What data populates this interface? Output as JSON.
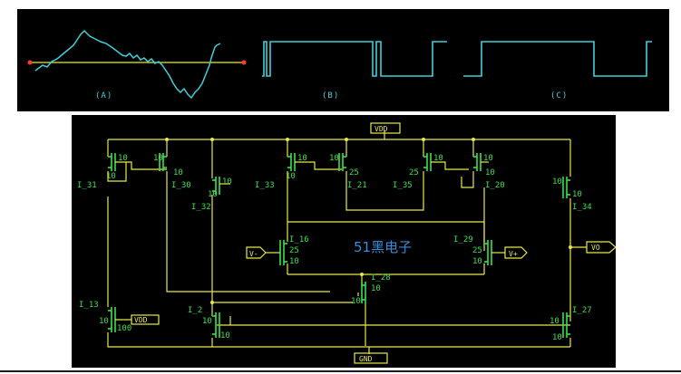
{
  "waveforms": {
    "a": {
      "caption": "(A)"
    },
    "b": {
      "caption": "(B)"
    },
    "c": {
      "caption": "(C)"
    }
  },
  "colors": {
    "wave": "#3fd0d8",
    "axis": "#e8e84a",
    "transistor": "#38e34a",
    "wire": "#e8e84a",
    "marker": "#ff3b2f"
  },
  "schematic": {
    "supply_label": "VDD",
    "ground_label": "GND",
    "input_neg_label": "V-",
    "input_pos_label": "V+",
    "output_label": "VO",
    "bias_label": "VDD",
    "watermark": "51黑电子",
    "transistors": [
      {
        "id": "I_31",
        "w": "10",
        "l": "10"
      },
      {
        "id": "I_30",
        "w": "10",
        "l": "10"
      },
      {
        "id": "I_32",
        "w": "10",
        "l": "10"
      },
      {
        "id": "I_33",
        "w": "10",
        "l": "10"
      },
      {
        "id": "I_21",
        "w": "25",
        "l": "10"
      },
      {
        "id": "I_35",
        "w": "25",
        "l": "10"
      },
      {
        "id": "I_20",
        "w": "10",
        "l": "10"
      },
      {
        "id": "I_34",
        "w": "10",
        "l": "10"
      },
      {
        "id": "I_16",
        "w": "25",
        "l": "10"
      },
      {
        "id": "I_29",
        "w": "25",
        "l": "10"
      },
      {
        "id": "I_28",
        "w": "10",
        "l": "10"
      },
      {
        "id": "I_13",
        "w": "100",
        "l": "10"
      },
      {
        "id": "I_2",
        "w": "10",
        "l": "10"
      },
      {
        "id": "I_27",
        "w": "10",
        "l": "10"
      }
    ]
  }
}
